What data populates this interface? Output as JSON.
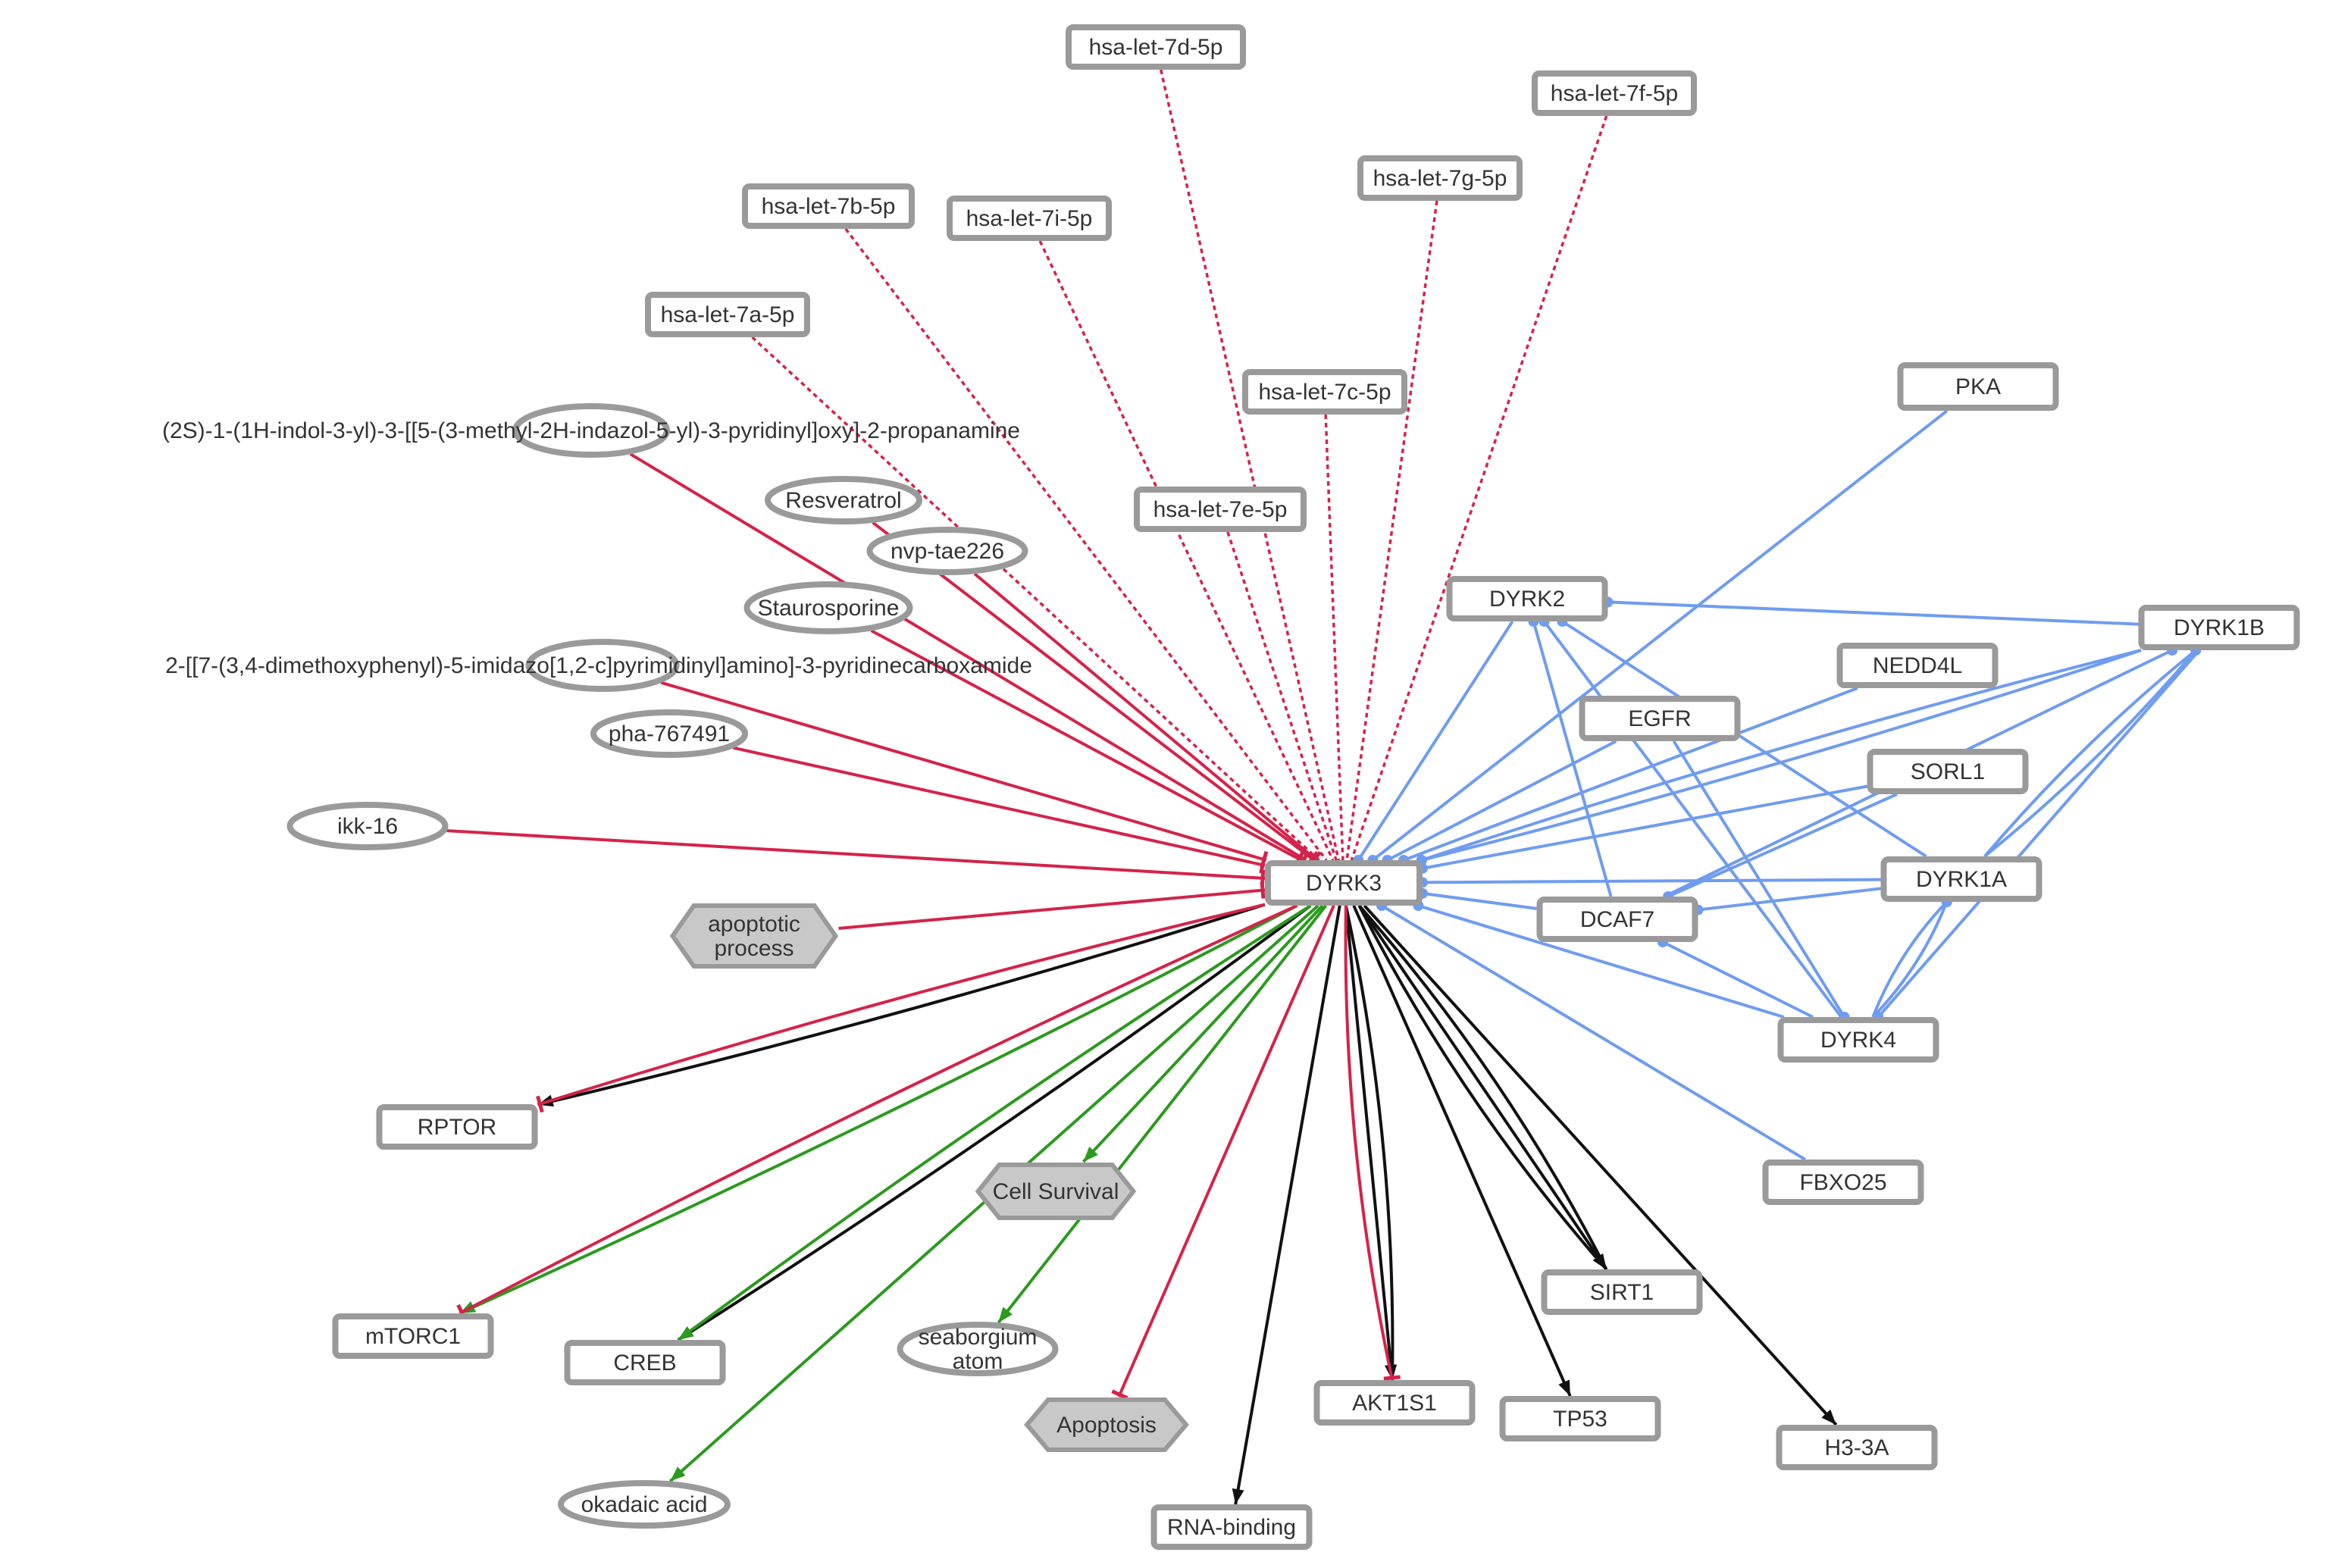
{
  "colors": {
    "red": "#d4234a",
    "blue": "#6f9cf0",
    "green": "#2c9a1f",
    "black": "#111111"
  },
  "nodes": [
    {
      "id": "dyrk3",
      "label": "DYRK3",
      "shape": "rect"
    },
    {
      "id": "let7d",
      "label": "hsa-let-7d-5p",
      "shape": "rect"
    },
    {
      "id": "let7f",
      "label": "hsa-let-7f-5p",
      "shape": "rect"
    },
    {
      "id": "let7g",
      "label": "hsa-let-7g-5p",
      "shape": "rect"
    },
    {
      "id": "let7b",
      "label": "hsa-let-7b-5p",
      "shape": "rect"
    },
    {
      "id": "let7i",
      "label": "hsa-let-7i-5p",
      "shape": "rect"
    },
    {
      "id": "let7a",
      "label": "hsa-let-7a-5p",
      "shape": "rect"
    },
    {
      "id": "let7c",
      "label": "hsa-let-7c-5p",
      "shape": "rect"
    },
    {
      "id": "let7e",
      "label": "hsa-let-7e-5p",
      "shape": "rect"
    },
    {
      "id": "pka",
      "label": "PKA",
      "shape": "rect"
    },
    {
      "id": "dyrk2",
      "label": "DYRK2",
      "shape": "rect"
    },
    {
      "id": "dyrk1b",
      "label": "DYRK1B",
      "shape": "rect"
    },
    {
      "id": "nedd4l",
      "label": "NEDD4L",
      "shape": "rect"
    },
    {
      "id": "egfr",
      "label": "EGFR",
      "shape": "rect"
    },
    {
      "id": "sorl1",
      "label": "SORL1",
      "shape": "rect"
    },
    {
      "id": "dyrk1a",
      "label": "DYRK1A",
      "shape": "rect"
    },
    {
      "id": "dcaf7",
      "label": "DCAF7",
      "shape": "rect"
    },
    {
      "id": "dyrk4",
      "label": "DYRK4",
      "shape": "rect"
    },
    {
      "id": "fbxo25",
      "label": "FBXO25",
      "shape": "rect"
    },
    {
      "id": "rptor",
      "label": "RPTOR",
      "shape": "rect"
    },
    {
      "id": "mtorc1",
      "label": "mTORC1",
      "shape": "rect"
    },
    {
      "id": "creb",
      "label": "CREB",
      "shape": "rect"
    },
    {
      "id": "akt1s1",
      "label": "AKT1S1",
      "shape": "rect"
    },
    {
      "id": "tp53",
      "label": "TP53",
      "shape": "rect"
    },
    {
      "id": "sirt1",
      "label": "SIRT1",
      "shape": "rect"
    },
    {
      "id": "h33a",
      "label": "H3-3A",
      "shape": "rect"
    },
    {
      "id": "rnab",
      "label": "RNA-binding",
      "shape": "rect"
    },
    {
      "id": "indol",
      "label": "(2S)-1-(1H-indol-3-yl)-3-[[5-(3-methyl-2H-indazol-5-yl)-3-pyridinyl]oxy]-2-propanamine",
      "shape": "ellipse"
    },
    {
      "id": "resv",
      "label": "Resveratrol",
      "shape": "ellipse"
    },
    {
      "id": "nvp",
      "label": "nvp-tae226",
      "shape": "ellipse"
    },
    {
      "id": "stauro",
      "label": "Staurosporine",
      "shape": "ellipse"
    },
    {
      "id": "imidazo",
      "label": "2-[[7-(3,4-dimethoxyphenyl)-5-imidazo[1,2-c]pyrimidinyl]amino]-3-pyridinecarboxamide",
      "shape": "ellipse"
    },
    {
      "id": "pha",
      "label": "pha-767491",
      "shape": "ellipse"
    },
    {
      "id": "ikk16",
      "label": "ikk-16",
      "shape": "ellipse"
    },
    {
      "id": "seab",
      "label": "seaborgium atom",
      "shape": "ellipse"
    },
    {
      "id": "okadaic",
      "label": "okadaic acid",
      "shape": "ellipse"
    },
    {
      "id": "apopproc",
      "label": "apoptotic process",
      "shape": "hex"
    },
    {
      "id": "cellsurv",
      "label": "Cell Survival",
      "shape": "hex"
    },
    {
      "id": "apoptosis",
      "label": "Apoptosis",
      "shape": "hex"
    }
  ],
  "edges": [
    {
      "from": "let7d",
      "to": "dyrk3",
      "color": "red",
      "style": "dotted",
      "end": "none"
    },
    {
      "from": "let7f",
      "to": "dyrk3",
      "color": "red",
      "style": "dotted",
      "end": "none"
    },
    {
      "from": "let7g",
      "to": "dyrk3",
      "color": "red",
      "style": "dotted",
      "end": "none"
    },
    {
      "from": "let7b",
      "to": "dyrk3",
      "color": "red",
      "style": "dotted",
      "end": "none"
    },
    {
      "from": "let7i",
      "to": "dyrk3",
      "color": "red",
      "style": "dotted",
      "end": "none"
    },
    {
      "from": "let7a",
      "to": "dyrk3",
      "color": "red",
      "style": "dotted",
      "end": "none"
    },
    {
      "from": "let7c",
      "to": "dyrk3",
      "color": "red",
      "style": "dotted",
      "end": "none"
    },
    {
      "from": "let7e",
      "to": "dyrk3",
      "color": "red",
      "style": "dotted",
      "end": "none"
    },
    {
      "from": "indol",
      "to": "dyrk3",
      "color": "red",
      "style": "solid",
      "end": "tee"
    },
    {
      "from": "resv",
      "to": "dyrk3",
      "color": "red",
      "style": "solid",
      "end": "tee"
    },
    {
      "from": "nvp",
      "to": "dyrk3",
      "color": "red",
      "style": "solid",
      "end": "tee"
    },
    {
      "from": "stauro",
      "to": "dyrk3",
      "color": "red",
      "style": "solid",
      "end": "tee"
    },
    {
      "from": "imidazo",
      "to": "dyrk3",
      "color": "red",
      "style": "solid",
      "end": "tee"
    },
    {
      "from": "pha",
      "to": "dyrk3",
      "color": "red",
      "style": "solid",
      "end": "tee"
    },
    {
      "from": "ikk16",
      "to": "dyrk3",
      "color": "red",
      "style": "solid",
      "end": "tee"
    },
    {
      "from": "apopproc",
      "to": "dyrk3",
      "color": "red",
      "style": "solid",
      "end": "tee"
    },
    {
      "from": "pka",
      "to": "dyrk3",
      "color": "blue",
      "style": "solid",
      "end": "dot"
    },
    {
      "from": "dyrk2",
      "to": "dyrk3",
      "color": "blue",
      "style": "solid",
      "end": "dot"
    },
    {
      "from": "dyrk1b",
      "to": "dyrk3",
      "color": "blue",
      "style": "solid",
      "end": "dot"
    },
    {
      "from": "dyrk1b",
      "to": "dyrk3",
      "color": "blue",
      "style": "solid",
      "end": "dot"
    },
    {
      "from": "nedd4l",
      "to": "dyrk3",
      "color": "blue",
      "style": "solid",
      "end": "dot"
    },
    {
      "from": "egfr",
      "to": "dyrk3",
      "color": "blue",
      "style": "solid",
      "end": "dot"
    },
    {
      "from": "sorl1",
      "to": "dyrk3",
      "color": "blue",
      "style": "solid",
      "end": "dot"
    },
    {
      "from": "dyrk1a",
      "to": "dyrk3",
      "color": "blue",
      "style": "solid",
      "end": "dot"
    },
    {
      "from": "dcaf7",
      "to": "dyrk3",
      "color": "blue",
      "style": "solid",
      "end": "dot"
    },
    {
      "from": "dyrk4",
      "to": "dyrk3",
      "color": "blue",
      "style": "solid",
      "end": "dot"
    },
    {
      "from": "fbxo25",
      "to": "dyrk3",
      "color": "blue",
      "style": "solid",
      "end": "dot"
    },
    {
      "from": "dyrk1b",
      "to": "dyrk2",
      "color": "blue",
      "style": "solid",
      "end": "dot"
    },
    {
      "from": "dcaf7",
      "to": "dyrk2",
      "color": "blue",
      "style": "solid",
      "end": "dot"
    },
    {
      "from": "dyrk4",
      "to": "dyrk2",
      "color": "blue",
      "style": "solid",
      "end": "dot"
    },
    {
      "from": "dyrk1a",
      "to": "dyrk2",
      "color": "blue",
      "style": "solid",
      "end": "dot"
    },
    {
      "from": "dcaf7",
      "to": "dyrk1b",
      "color": "blue",
      "style": "solid",
      "end": "dot"
    },
    {
      "from": "dyrk1a",
      "to": "dyrk1b",
      "color": "blue",
      "style": "solid",
      "end": "dot"
    },
    {
      "from": "dyrk1a",
      "to": "dyrk1b",
      "color": "blue",
      "style": "solid",
      "end": "dot"
    },
    {
      "from": "dyrk1a",
      "to": "dcaf7",
      "color": "blue",
      "style": "solid",
      "end": "dot"
    },
    {
      "from": "dyrk4",
      "to": "dyrk1a",
      "color": "blue",
      "style": "solid",
      "end": "dot"
    },
    {
      "from": "dyrk4",
      "to": "dyrk1a",
      "color": "blue",
      "style": "solid",
      "end": "dot"
    },
    {
      "from": "dyrk4",
      "to": "dcaf7",
      "color": "blue",
      "style": "solid",
      "end": "dot"
    },
    {
      "from": "egfr",
      "to": "dyrk4",
      "color": "blue",
      "style": "solid",
      "end": "dot"
    },
    {
      "from": "sorl1",
      "to": "dcaf7",
      "color": "blue",
      "style": "solid",
      "end": "dot"
    },
    {
      "from": "dyrk1b",
      "to": "dyrk4",
      "color": "blue",
      "style": "solid",
      "end": "dot"
    },
    {
      "from": "dyrk3",
      "to": "rptor",
      "color": "black",
      "style": "solid",
      "end": "arrow"
    },
    {
      "from": "dyrk3",
      "to": "rptor",
      "color": "red",
      "style": "solid",
      "end": "tee"
    },
    {
      "from": "dyrk3",
      "to": "mtorc1",
      "color": "green",
      "style": "solid",
      "end": "arrow"
    },
    {
      "from": "dyrk3",
      "to": "mtorc1",
      "color": "red",
      "style": "solid",
      "end": "tee"
    },
    {
      "from": "dyrk3",
      "to": "creb",
      "color": "black",
      "style": "solid",
      "end": "arrow"
    },
    {
      "from": "dyrk3",
      "to": "creb",
      "color": "green",
      "style": "solid",
      "end": "arrow"
    },
    {
      "from": "dyrk3",
      "to": "cellsurv",
      "color": "green",
      "style": "solid",
      "end": "arrow"
    },
    {
      "from": "dyrk3",
      "to": "seab",
      "color": "green",
      "style": "solid",
      "end": "arrow"
    },
    {
      "from": "dyrk3",
      "to": "okadaic",
      "color": "green",
      "style": "solid",
      "end": "arrow"
    },
    {
      "from": "dyrk3",
      "to": "apoptosis",
      "color": "red",
      "style": "solid",
      "end": "tee"
    },
    {
      "from": "dyrk3",
      "to": "rnab",
      "color": "black",
      "style": "solid",
      "end": "arrow"
    },
    {
      "from": "dyrk3",
      "to": "akt1s1",
      "color": "black",
      "style": "solid",
      "end": "arrow"
    },
    {
      "from": "dyrk3",
      "to": "akt1s1",
      "color": "black",
      "style": "solid",
      "end": "arrow"
    },
    {
      "from": "dyrk3",
      "to": "akt1s1",
      "color": "red",
      "style": "solid",
      "end": "tee"
    },
    {
      "from": "dyrk3",
      "to": "tp53",
      "color": "black",
      "style": "solid",
      "end": "arrow"
    },
    {
      "from": "dyrk3",
      "to": "sirt1",
      "color": "black",
      "style": "solid",
      "end": "arrow"
    },
    {
      "from": "dyrk3",
      "to": "sirt1",
      "color": "black",
      "style": "solid",
      "end": "arrow"
    },
    {
      "from": "dyrk3",
      "to": "sirt1",
      "color": "black",
      "style": "solid",
      "end": "arrow"
    },
    {
      "from": "dyrk3",
      "to": "h33a",
      "color": "black",
      "style": "solid",
      "end": "arrow"
    }
  ]
}
